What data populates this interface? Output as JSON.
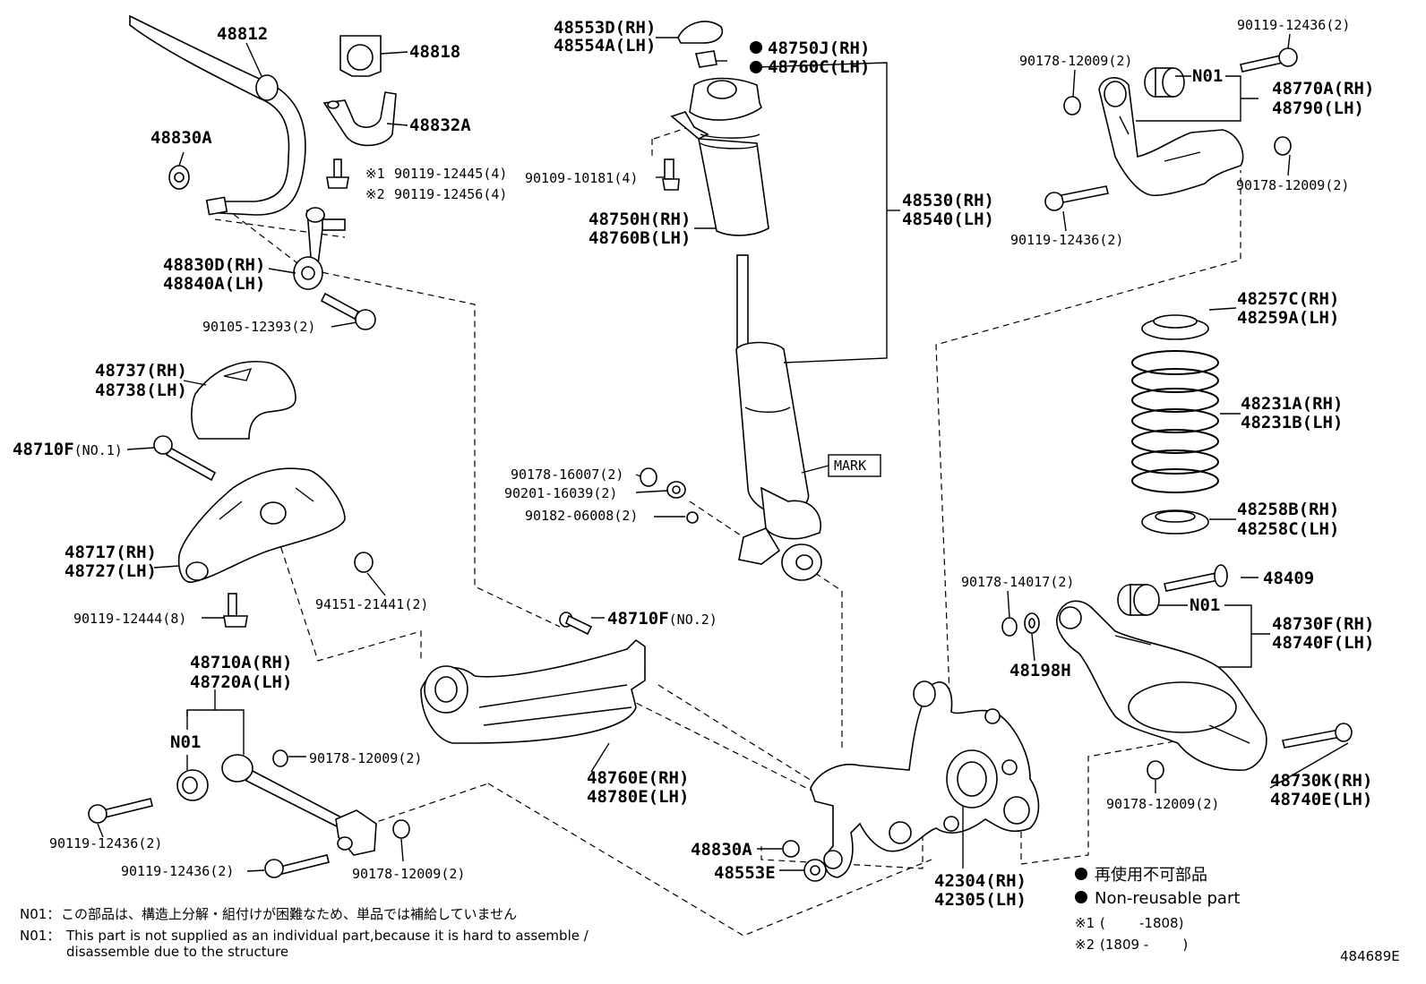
{
  "diagram_id": "484689E",
  "labels": {
    "p48812": "48812",
    "p48818": "48818",
    "p48832A": "48832A",
    "p48830A_top": "48830A",
    "p90119_12445": "90119-12445(4)",
    "p90119_12456": "90119-12456(4)",
    "mark1": "※1",
    "mark2": "※2",
    "p48830D": "48830D(RH)",
    "p48840A": "48840A(LH)",
    "p90105_12393": "90105-12393(2)",
    "p48737": "48737(RH)",
    "p48738": "48738(LH)",
    "p48710F_1": "48710F",
    "p48710F_1_sub": "(NO.1)",
    "p48717": "48717(RH)",
    "p48727": "48727(LH)",
    "p94151": "94151-21441(2)",
    "p90119_12444": "90119-12444(8)",
    "p48710A": "48710A(RH)",
    "p48720A": "48720A(LH)",
    "n01_left": "N01",
    "p90178_12009_a": "90178-12009(2)",
    "p90119_12436_a": "90119-12436(2)",
    "p90119_12436_b": "90119-12436(2)",
    "p90178_12009_b": "90178-12009(2)",
    "p48553D": "48553D(RH)",
    "p48554A": "48554A(LH)",
    "p48750J": "48750J(RH)",
    "p48760C": "48760C(LH)",
    "p90109_10181": "90109-10181(4)",
    "p48750H": "48750H(RH)",
    "p48760B": "48760B(LH)",
    "p48530": "48530(RH)",
    "p48540": "48540(LH)",
    "mark_box": "MARK",
    "p90178_16007": "90178-16007(2)",
    "p90201_16039": "90201-16039(2)",
    "p90182_06008": "90182-06008(2)",
    "p48710F_2": "48710F",
    "p48710F_2_sub": "(NO.2)",
    "p48760E": "48760E(RH)",
    "p48780E": "48780E(LH)",
    "p48830A_bot": "48830A",
    "p48553E": "48553E",
    "p42304": "42304(RH)",
    "p42305": "42305(LH)",
    "p90119_12436_tr": "90119-12436(2)",
    "p90178_12009_tr": "90178-12009(2)",
    "n01_tr": "N01",
    "p48770A": "48770A(RH)",
    "p48790": "48790(LH)",
    "p90178_12009_tr2": "90178-12009(2)",
    "p90119_12436_tr2": "90119-12436(2)",
    "p48257C": "48257C(RH)",
    "p48259A": "48259A(LH)",
    "p48231A": "48231A(RH)",
    "p48231B": "48231B(LH)",
    "p48258B": "48258B(RH)",
    "p48258C": "48258C(LH)",
    "p90178_14017": "90178-14017(2)",
    "p48409": "48409",
    "n01_r": "N01",
    "p48730F": "48730F(RH)",
    "p48740F": "48740F(LH)",
    "p48198H": "48198H",
    "p48730K": "48730K(RH)",
    "p48740E": "48740E(LH)",
    "p90178_12009_r": "90178-12009(2)"
  },
  "legend": {
    "non_reusable_ja": "再使用不可部品",
    "non_reusable_en": "Non-reusable part",
    "range1_mark": "※1",
    "range1": "(        -1808)",
    "range2_mark": "※2",
    "range2": "(1809 -        )"
  },
  "notes": {
    "n01_ja_prefix": "N01：",
    "n01_ja": "この部品は、構造上分解・組付けが困難なため、単品では補給していません",
    "n01_en_prefix": "N01：",
    "n01_en_line1": "This part is not supplied as an individual part,because it is hard to assemble /",
    "n01_en_line2": "disassemble due to the structure"
  }
}
